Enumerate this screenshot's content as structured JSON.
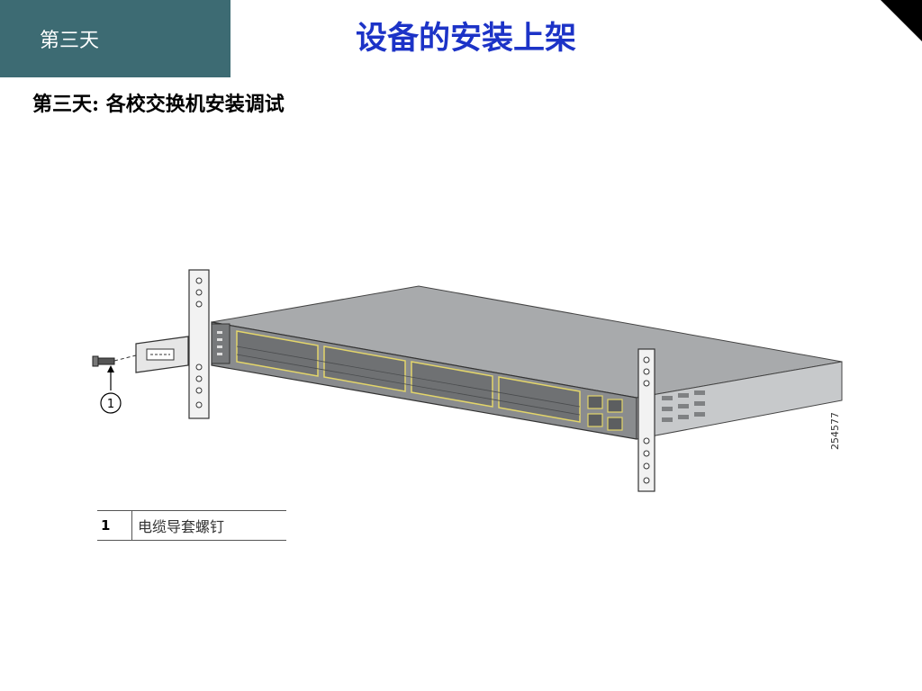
{
  "header": {
    "day_label": "第三天",
    "title": "设备的安装上架"
  },
  "subtitle": "第三天: 各校交换机安装调试",
  "figure": {
    "callout_number": "1",
    "figure_id": "254577"
  },
  "legend": {
    "number": "1",
    "description": "电缆导套螺钉"
  },
  "colors": {
    "tab_background": "#3d6b73",
    "title_color": "#1c33c7",
    "switch_body": "#8a8c8e",
    "port_accent": "#e3d56a"
  }
}
